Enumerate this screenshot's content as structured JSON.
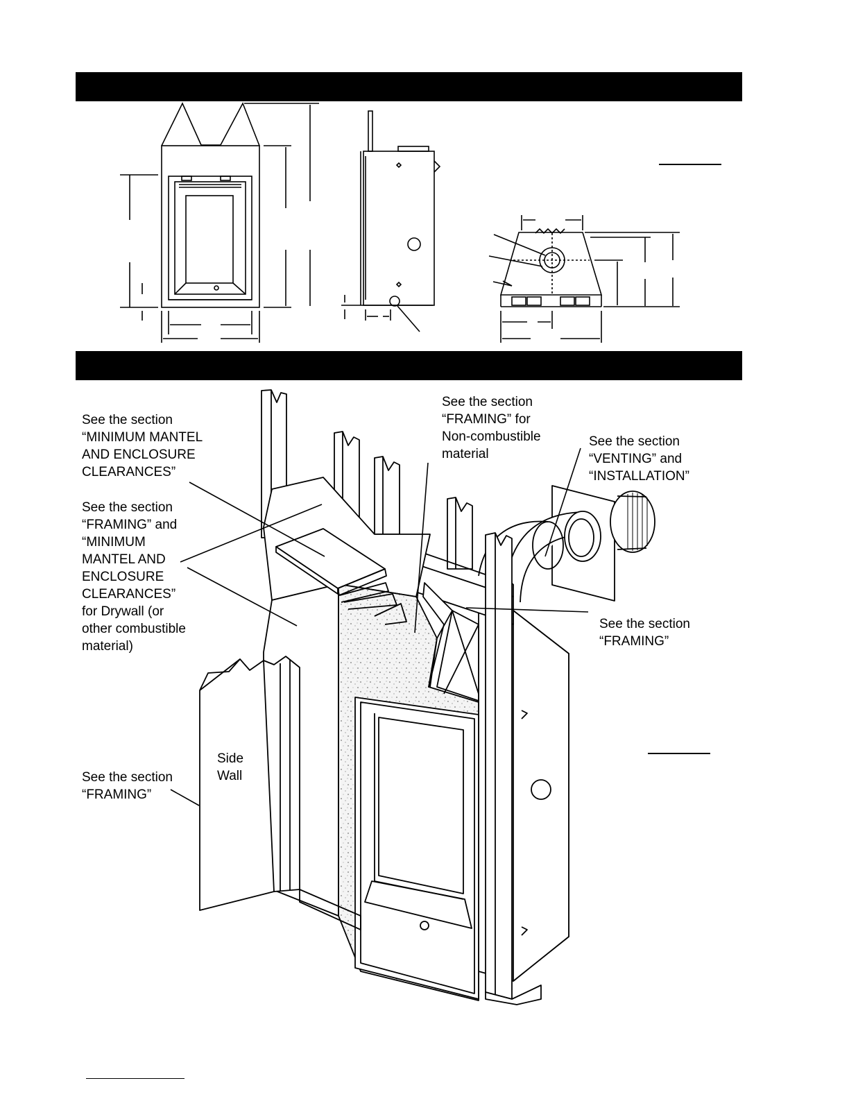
{
  "callouts": {
    "mantel": "See the section\n“MINIMUM MANTEL\nAND ENCLOSURE\nCLEARANCES”",
    "drywall": "See the section\n“FRAMING” and\n“MINIMUM\nMANTEL AND\nENCLOSURE\nCLEARANCES”\nfor Drywall (or\nother combustible\nmaterial)",
    "noncombustible": "See the section\n“FRAMING” for\nNon-combustible\nmaterial",
    "venting": "See the section\n“VENTING” and\n“INSTALLATION”",
    "framing_right": "See the section\n“FRAMING”",
    "framing_left": "See the section\n“FRAMING”",
    "side_wall": "Side\nWall"
  },
  "colors": {
    "header_bar": "#000000",
    "line": "#000000",
    "background": "#ffffff"
  }
}
